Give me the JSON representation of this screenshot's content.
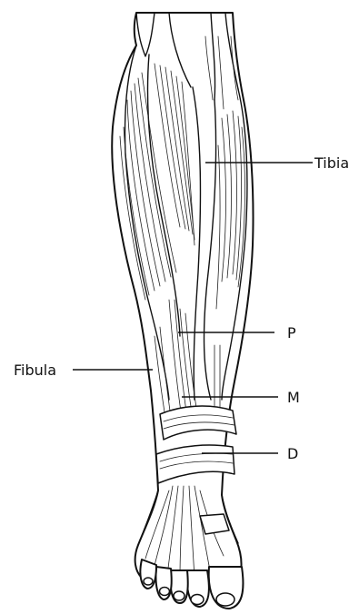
{
  "labels": {
    "tibia": "Tibia",
    "fibula": "Fibula",
    "p": "P",
    "m": "M",
    "d": "D"
  },
  "colors": {
    "ink": "#111111",
    "paper": "#ffffff"
  }
}
